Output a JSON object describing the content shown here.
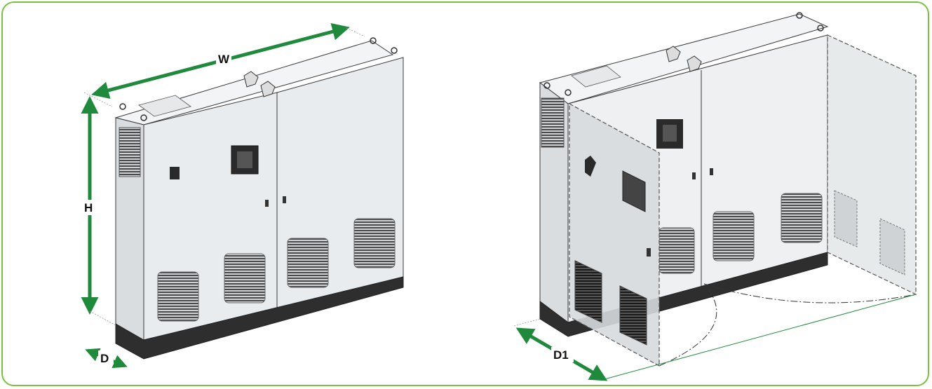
{
  "labels": {
    "width": "W",
    "height": "H",
    "depth": "D",
    "depth_open": "D1"
  },
  "colors": {
    "frame": "#7ac143",
    "dimension_arrow": "#1f8a3c",
    "cabinet_front": "#e9ecee",
    "cabinet_side": "#d9dde0",
    "cabinet_top": "#f2f4f5",
    "plinth": "#2e2e2e",
    "outline": "#3a3a3a"
  }
}
